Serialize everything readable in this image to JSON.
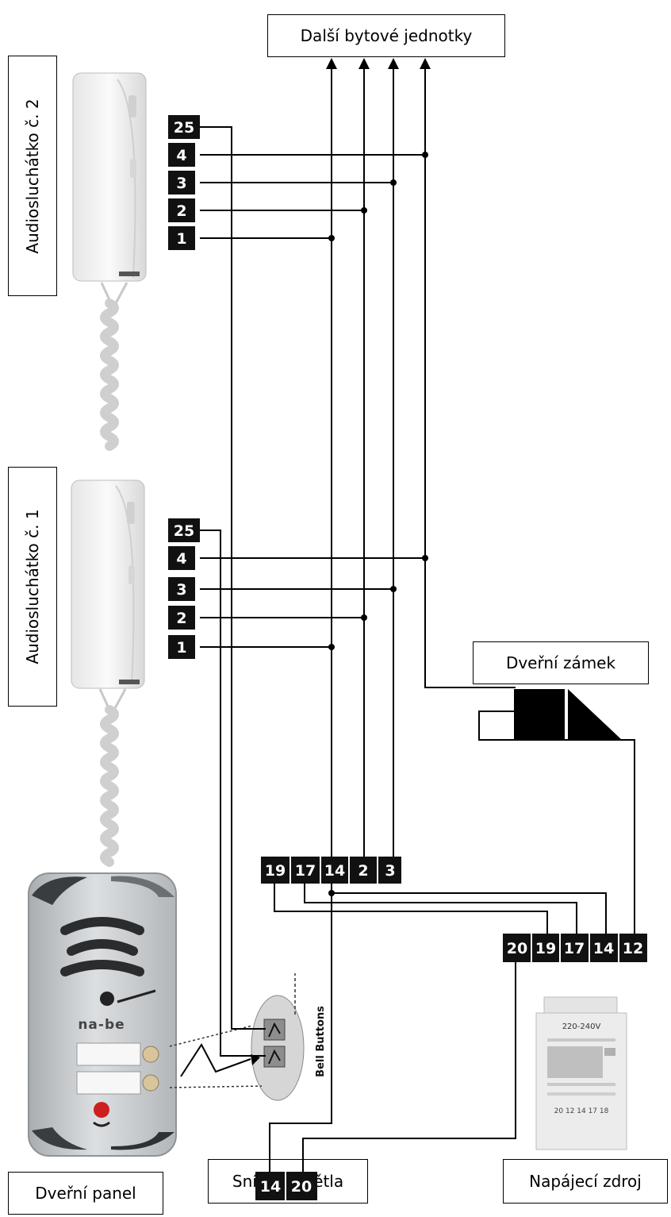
{
  "labels": {
    "other_units": "Další bytové jednotky",
    "handset_2": "Audiosluchátko č. 2",
    "handset_1": "Audiosluchátko č. 1",
    "door_lock": "Dveřní zámek",
    "door_panel": "Dveřní panel",
    "light_sensor": "Snímač světla",
    "power_supply": "Napájecí zdroj",
    "bell_buttons": "Bell Buttons",
    "panel_brand": "na-be",
    "psu_voltage": "220-240V",
    "psu_terminals": "20 12 14 17 18"
  },
  "terminals": {
    "handset_2": [
      "25",
      "4",
      "3",
      "2",
      "1"
    ],
    "handset_1": [
      "25",
      "4",
      "3",
      "2",
      "1"
    ],
    "panel_block": [
      "19",
      "17",
      "14",
      "2",
      "3"
    ],
    "psu_block": [
      "20",
      "19",
      "17",
      "14",
      "12"
    ],
    "sensor_block": [
      "14",
      "20"
    ]
  },
  "colors": {
    "wire": "#000000",
    "terminal_bg": "#111111",
    "terminal_text": "#ffffff",
    "device_body": "#f2f2f2",
    "panel_body": "#c9ccce",
    "led": "#cc1f1f"
  },
  "icons": {
    "handset": "intercom-handset-icon",
    "door_lock": "door-lock-icon",
    "power_supply": "din-power-supply-icon",
    "door_panel": "door-panel-icon"
  }
}
